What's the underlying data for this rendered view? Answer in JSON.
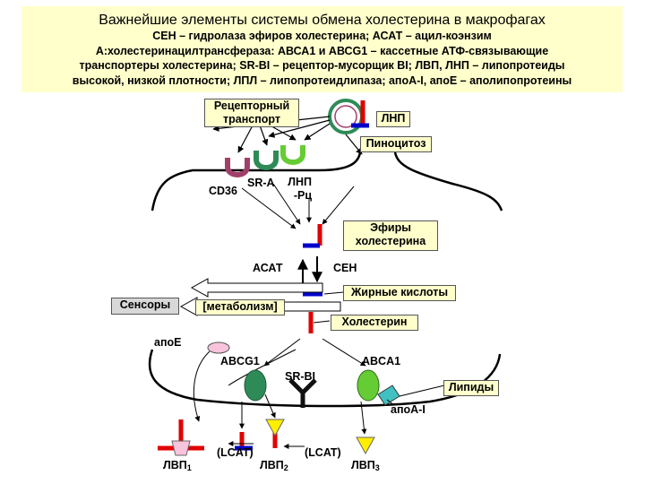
{
  "header": {
    "title": "Важнейшие элементы системы обмена холестерина в макрофагах",
    "lines": [
      "СЕН – гидролаза эфиров холестерина; АСАТ – ацил-коэнзим",
      "А:холестеринацилтрансфераза: АВСА1 и АВСG1 – кассетные АТФ-связывающие",
      "транспортеры холестерина; SR-BI – рецептор-мусорщик BI; ЛВП, ЛНП – липопротеиды",
      "высокой, низкой плотности; ЛПЛ – липопротеидлипаза; апоА-I, апоЕ – аполипопротеины"
    ]
  },
  "labels": {
    "receptor_transport": "Рецепторный транспорт",
    "ldl_top": "ЛНП",
    "pinocytosis": "Пиноцитоз",
    "cd36": "CD36",
    "sra": "SR-A",
    "ldl_rc": "ЛНП -Рц",
    "esters": "Эфиры холестерина",
    "acat": "АСАТ",
    "ceh": "СЕН",
    "fatty_acids": "Жирные кислоты",
    "sensors": "Сенсоры",
    "metabolism": "[метаболизм]",
    "cholesterol": "Холестерин",
    "apoe": "апоЕ",
    "abcg1": "ABCG1",
    "abca1": "ABCA1",
    "srbi": "SR-BI",
    "lipids": "Липиды",
    "apoa1": "апоА-I",
    "lcat_left": "(LCAT)",
    "lcat_right": "(LCAT)",
    "hdl1": "ЛВП",
    "hdl1_sub": "1",
    "hdl2": "ЛВП",
    "hdl2_sub": "2",
    "hdl3": "ЛВП",
    "hdl3_sub": "3"
  },
  "colors": {
    "header_bg": "#ffffcc",
    "red": "#e00000",
    "blue": "#0000cc",
    "green": "#2e8b57",
    "magenta": "#a0406a",
    "yellow": "#ffee00",
    "pink": "#f7c4dc",
    "teal": "#40c0c0",
    "lime": "#66cc33"
  }
}
